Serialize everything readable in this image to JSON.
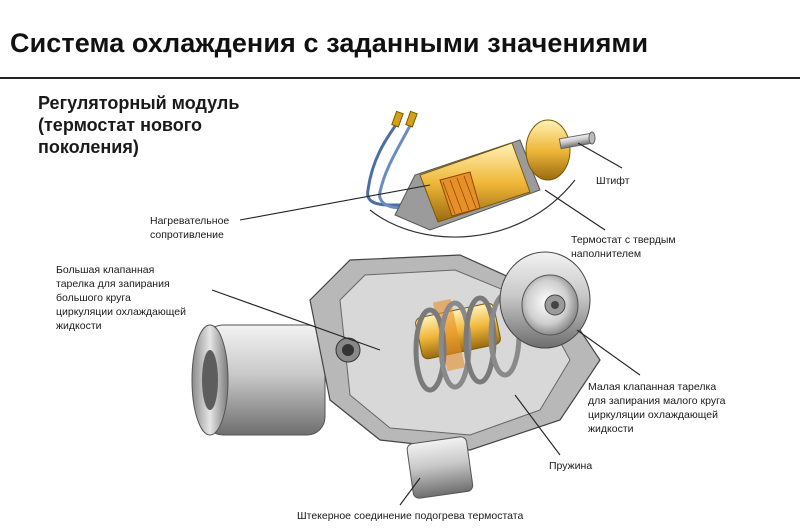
{
  "title": "Система охлаждения с заданными значениями",
  "subtitle": [
    "Регуляторный модуль",
    "(термостат нового",
    "поколения)"
  ],
  "labels": {
    "pin": [
      "Штифт"
    ],
    "heater": [
      "Нагревательное",
      "сопротивление"
    ],
    "thermostat": [
      "Термостат с твердым",
      "наполнителем"
    ],
    "big_valve": [
      "Большая клапанная",
      "тарелка для запирания",
      "большого круга",
      "циркуляции охлаждающей",
      "жидкости"
    ],
    "small_valve": [
      "Малая клапанная тарелка",
      "для запирания малого круга",
      "циркуляции охлаждающей",
      "жидкости"
    ],
    "spring": [
      "Пружина"
    ],
    "connector": [
      "Штекерное соединение подогрева термостата"
    ]
  }
}
